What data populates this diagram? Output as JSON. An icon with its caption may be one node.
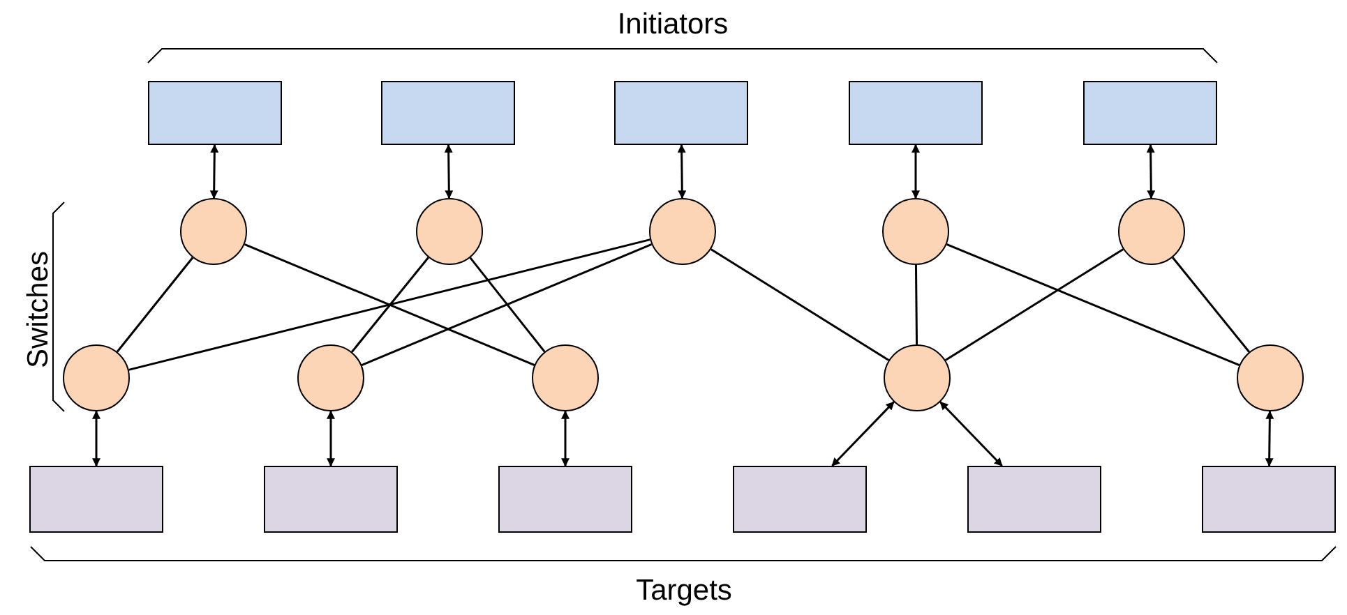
{
  "diagram": {
    "nodes": [
      {
        "text": [],
        "shape": "box"
      },
      {
        "text": [],
        "shape": "box"
      },
      {
        "text": [],
        "shape": "box"
      },
      {
        "text": [],
        "shape": "box"
      },
      {
        "text": [],
        "shape": "box"
      },
      {
        "text": [],
        "shape": "circle"
      },
      {
        "text": [],
        "shape": "circle"
      },
      {
        "text": [],
        "shape": "circle"
      },
      {
        "text": [],
        "shape": "circle"
      },
      {
        "text": [],
        "shape": "circle"
      },
      {
        "text": [],
        "shape": "circle"
      },
      {
        "text": [],
        "shape": "circle"
      },
      {
        "text": [],
        "shape": "circle"
      },
      {
        "text": [],
        "shape": "circle"
      },
      {
        "text": [],
        "shape": "circle"
      },
      {
        "text": [],
        "shape": "box"
      },
      {
        "text": [],
        "shape": "box"
      },
      {
        "text": [],
        "shape": "box"
      },
      {
        "text": [],
        "shape": "box"
      },
      {
        "text": [],
        "shape": "box"
      },
      {
        "text": [],
        "shape": "box"
      }
    ],
    "edges": [
      {
        "from": 0,
        "to": 5,
        "arrow": "both"
      },
      {
        "from": 1,
        "to": 6,
        "arrow": "both"
      },
      {
        "from": 2,
        "to": 7,
        "arrow": "both"
      },
      {
        "from": 3,
        "to": 8,
        "arrow": "both"
      },
      {
        "from": 4,
        "to": 9,
        "arrow": "both"
      },
      {
        "from": 5,
        "to": 10,
        "arrow": "none"
      },
      {
        "from": 5,
        "to": 12,
        "arrow": "none"
      },
      {
        "from": 6,
        "to": 11,
        "arrow": "none"
      },
      {
        "from": 6,
        "to": 12,
        "arrow": "none"
      },
      {
        "from": 7,
        "to": 10,
        "arrow": "none"
      },
      {
        "from": 7,
        "to": 11,
        "arrow": "none"
      },
      {
        "from": 7,
        "to": 13,
        "arrow": "none"
      },
      {
        "from": 8,
        "to": 13,
        "arrow": "none"
      },
      {
        "from": 8,
        "to": 14,
        "arrow": "none"
      },
      {
        "from": 9,
        "to": 13,
        "arrow": "none"
      },
      {
        "from": 9,
        "to": 14,
        "arrow": "none"
      },
      {
        "from": 10,
        "to": 15,
        "arrow": "both"
      },
      {
        "from": 11,
        "to": 16,
        "arrow": "both"
      },
      {
        "from": 12,
        "to": 17,
        "arrow": "both"
      },
      {
        "from": 13,
        "to": 18,
        "arrow": "both"
      },
      {
        "from": 13,
        "to": 19,
        "arrow": "both"
      },
      {
        "from": 14,
        "to": 20,
        "arrow": "both"
      }
    ],
    "labels": [
      "Initiators",
      "Switches",
      "Targets"
    ]
  }
}
